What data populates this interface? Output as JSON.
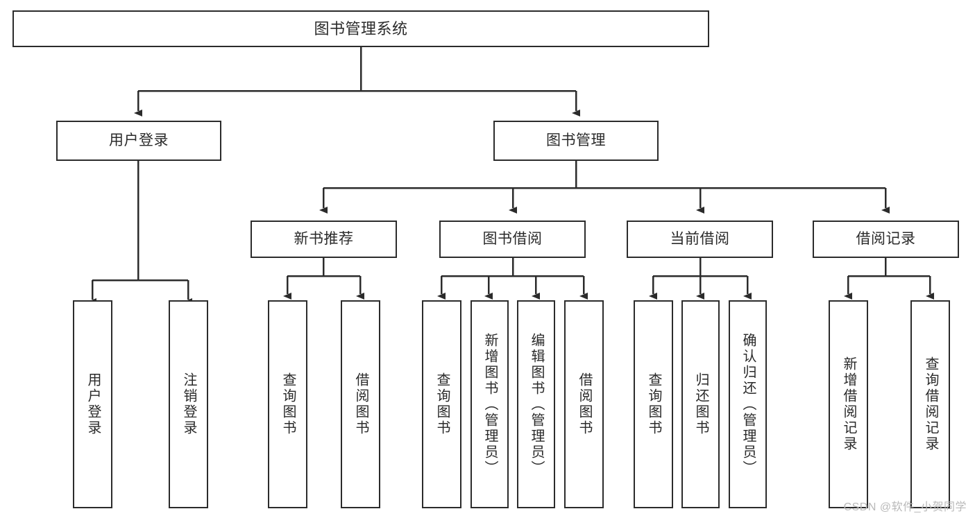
{
  "diagram": {
    "title": "图书管理系统",
    "type": "hierarchical-function-structure",
    "watermark": "CSDN @软件_小贺同学",
    "colors": {
      "background": "#ffffff",
      "box_border": "#2b2b2b",
      "box_fill": "#ffffff",
      "text": "#2a2a2a",
      "connector": "#2b2b2b",
      "watermark": "#b9b9b9"
    },
    "root": {
      "label": "图书管理系统"
    },
    "level1": [
      {
        "label": "用户登录"
      },
      {
        "label": "图书管理"
      }
    ],
    "level2": [
      {
        "label": "新书推荐"
      },
      {
        "label": "图书借阅"
      },
      {
        "label": "当前借阅"
      },
      {
        "label": "借阅记录"
      }
    ],
    "leaves": {
      "user_login": [
        {
          "label": "用户登录"
        },
        {
          "label": "注销登录"
        }
      ],
      "new_book_recommend": [
        {
          "label": "查询图书"
        },
        {
          "label": "借阅图书"
        }
      ],
      "book_borrow": [
        {
          "label": "查询图书"
        },
        {
          "label": "新增图书（管理员）"
        },
        {
          "label": "编辑图书（管理员）"
        },
        {
          "label": "借阅图书"
        }
      ],
      "current_borrow": [
        {
          "label": "查询图书"
        },
        {
          "label": "归还图书"
        },
        {
          "label": "确认归还（管理员）"
        }
      ],
      "borrow_record": [
        {
          "label": "新增借阅记录"
        },
        {
          "label": "查询借阅记录"
        }
      ]
    }
  }
}
